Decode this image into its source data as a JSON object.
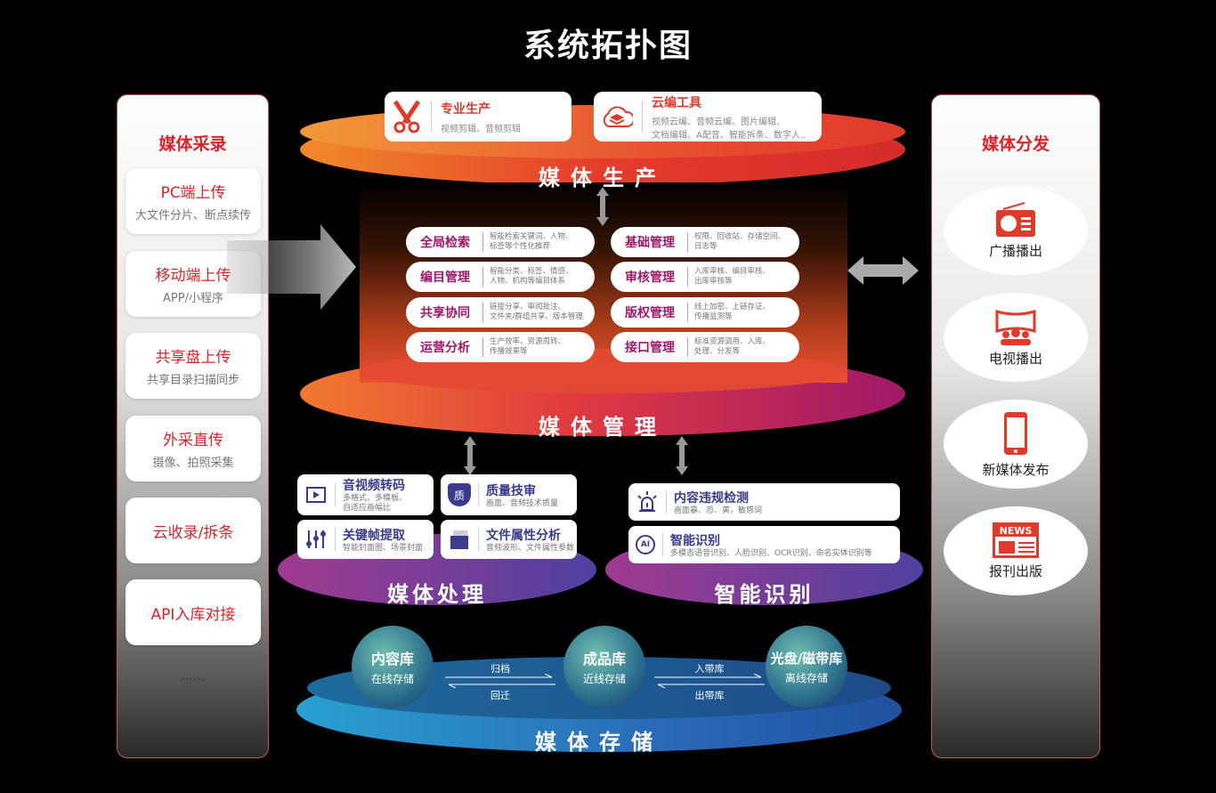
{
  "title": "系统拓扑图",
  "left": {
    "title": "媒体采录",
    "items": [
      {
        "label": "PC端上传",
        "sub": "大文件分片、断点续传"
      },
      {
        "label": "移动端上传",
        "sub": "APP/小程序"
      },
      {
        "label": "共享盘上传",
        "sub": "共享目录扫描同步"
      },
      {
        "label": "外采直传",
        "sub": "摄像、拍照采集"
      },
      {
        "label": "云收录/拆条",
        "sub": ""
      },
      {
        "label": "API入库对接",
        "sub": ""
      }
    ],
    "more": "……"
  },
  "right": {
    "title": "媒体分发",
    "items": [
      {
        "label": "广播播出",
        "icon": "radio-icon"
      },
      {
        "label": "电视播出",
        "icon": "tv-audience-icon"
      },
      {
        "label": "新媒体发布",
        "icon": "smartphone-icon"
      },
      {
        "label": "报刊出版",
        "icon": "newspaper-icon"
      }
    ],
    "news_badge": "NEWS"
  },
  "production": {
    "label": "媒体生产",
    "cards": [
      {
        "title": "专业生产",
        "desc": "视频剪辑、音频剪辑"
      },
      {
        "title": "云编工具",
        "desc1": "视频云编、音频云编、图片编辑、",
        "desc2": "文档编辑、A配音、智能拆条、数字人.."
      }
    ]
  },
  "management": {
    "label": "媒体管理",
    "items": [
      {
        "title": "全局检索",
        "d1": "智能检索关键词、人物、",
        "d2": "标签等个性化推荐"
      },
      {
        "title": "基础管理",
        "d1": "权限、回收站、存储空间、",
        "d2": "日志等"
      },
      {
        "title": "编目管理",
        "d1": "智能分类、标签、情感、",
        "d2": "人物、机构等编目体系"
      },
      {
        "title": "审核管理",
        "d1": "入库审核、编目审核、",
        "d2": "出库审核等"
      },
      {
        "title": "共享协同",
        "d1": "链接分享、审阅批注、",
        "d2": "文件夹/群组共享、版本管理"
      },
      {
        "title": "版权管理",
        "d1": "线上加密、上链存证、",
        "d2": "传播监测等"
      },
      {
        "title": "运营分析",
        "d1": "生产效率、资源周转、",
        "d2": "传播效果等"
      },
      {
        "title": "接口管理",
        "d1": "标准资源调用、入库、",
        "d2": "处理、分发等"
      }
    ]
  },
  "processing": {
    "label": "媒体处理",
    "items": [
      {
        "title": "音视频转码",
        "d1": "多格式、多模板、",
        "d2": "自适应画幅比"
      },
      {
        "title": "质量技审",
        "d1": "画面、音频技术质量",
        "d2": ""
      },
      {
        "title": "关键帧提取",
        "d1": "智能封面图、场景封面",
        "d2": ""
      },
      {
        "title": "文件属性分析",
        "d1": "音频波形、文件属性参数",
        "d2": ""
      }
    ],
    "quality_glyph": "质"
  },
  "recognition": {
    "label": "智能识别",
    "items": [
      {
        "title": "内容违规检测",
        "desc": "画面暴、恐、黄，敏感词"
      },
      {
        "title": "智能识别",
        "desc": "多模态语音识别、人脸识别、OCR识别、命名实体识别等"
      }
    ],
    "ai_glyph": "AI"
  },
  "storage": {
    "label": "媒体存储",
    "libs": [
      {
        "title": "内容库",
        "sub": "在线存储"
      },
      {
        "title": "成品库",
        "sub": "近线存储"
      },
      {
        "title": "光盘/磁带库",
        "sub": "离线存储"
      }
    ],
    "flows": {
      "archive": "归档",
      "restore": "回迁",
      "in_tape": "入带库",
      "out_tape": "出带库"
    }
  }
}
